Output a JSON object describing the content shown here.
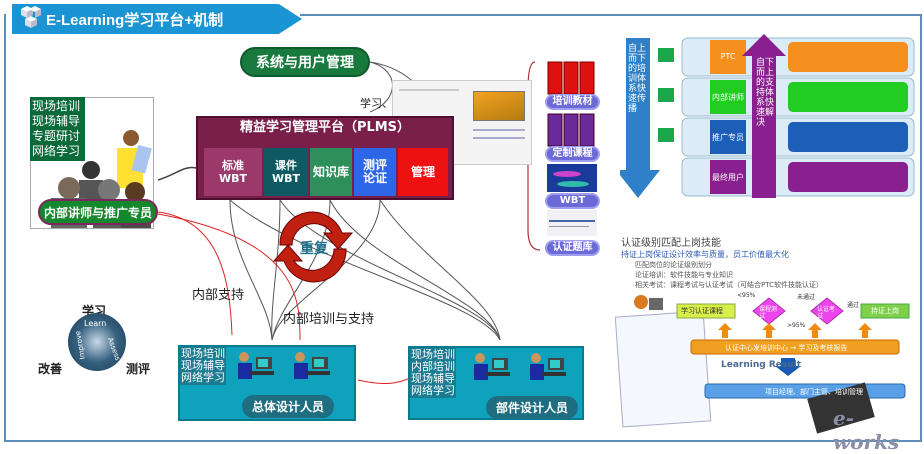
{
  "header": {
    "title": "E-Learning学习平台+机制",
    "icon": "cubes-logo-icon"
  },
  "system_management": {
    "label": "系统与用户管理",
    "edge_label": "学习、管理"
  },
  "plms": {
    "title": "精益学习管理平台（PLMS）",
    "modules": [
      {
        "label": "标准\nWBT",
        "color": "#9b3a6a"
      },
      {
        "label": "课件\nWBT",
        "color": "#0f5a62"
      },
      {
        "label": "知识库",
        "color": "#2f8f5a"
      },
      {
        "label": "测评\n论证",
        "color": "#2e66e8"
      },
      {
        "label": "管理",
        "color": "#ee1111"
      }
    ]
  },
  "trainers": {
    "methods": [
      "现场培训",
      "现场辅导",
      "专题研讨",
      "网络学习"
    ],
    "label": "内部讲师与推广专员"
  },
  "resources": {
    "items": [
      "培训教材",
      "定制课程",
      "WBT",
      "认证题库"
    ]
  },
  "repeat_label": "重复",
  "cycle": {
    "top": "学习",
    "left": "改善",
    "right": "测评",
    "inner": [
      "Learn",
      "Assess",
      "Improve"
    ]
  },
  "edges": {
    "internal_support": "内部支持",
    "internal_training_support": "内部培训与支持"
  },
  "teams": [
    {
      "methods": [
        "现场培训",
        "现场辅导",
        "网络学习"
      ],
      "label": "总体设计人员"
    },
    {
      "methods": [
        "现场培训",
        "内部培训",
        "现场辅导",
        "网络学习"
      ],
      "label": "部件设计人员"
    }
  ],
  "top_right": {
    "down_arrow": "自上而下的培训体系快速传播",
    "up_arrow": "自下而上的支持体系快速解决",
    "roles": [
      {
        "name": "PTC",
        "color": "#f5901e"
      },
      {
        "name": "内部讲师",
        "color": "#22cc22"
      },
      {
        "name": "推广专员",
        "color": "#1d5fb8"
      },
      {
        "name": "最终用户",
        "color": "#8a1f8f"
      }
    ]
  },
  "bottom_right": {
    "title": "认证级别匹配上岗技能",
    "bullet": "持证上岗保证设计效率与质量，员工价值最大化",
    "sub": [
      "匹配岗位的论证级别划分",
      "论证培训：软件技能与专业知识",
      "相关考试：课程考试与认证考试（可结合PTC软件技能认证）"
    ],
    "flow": [
      "学习认证课程",
      "课程测试",
      "认证考试",
      "持证上岗"
    ],
    "flow_labels": [
      "<95%",
      "未通过",
      ">95%",
      "通过"
    ],
    "orange_bar": "认证中心发培训中心 → 学习及考核报告",
    "result_label": "Learning Result",
    "blue_bar": "项目经理、部门主管、培训管理",
    "watermark": "e-works"
  }
}
